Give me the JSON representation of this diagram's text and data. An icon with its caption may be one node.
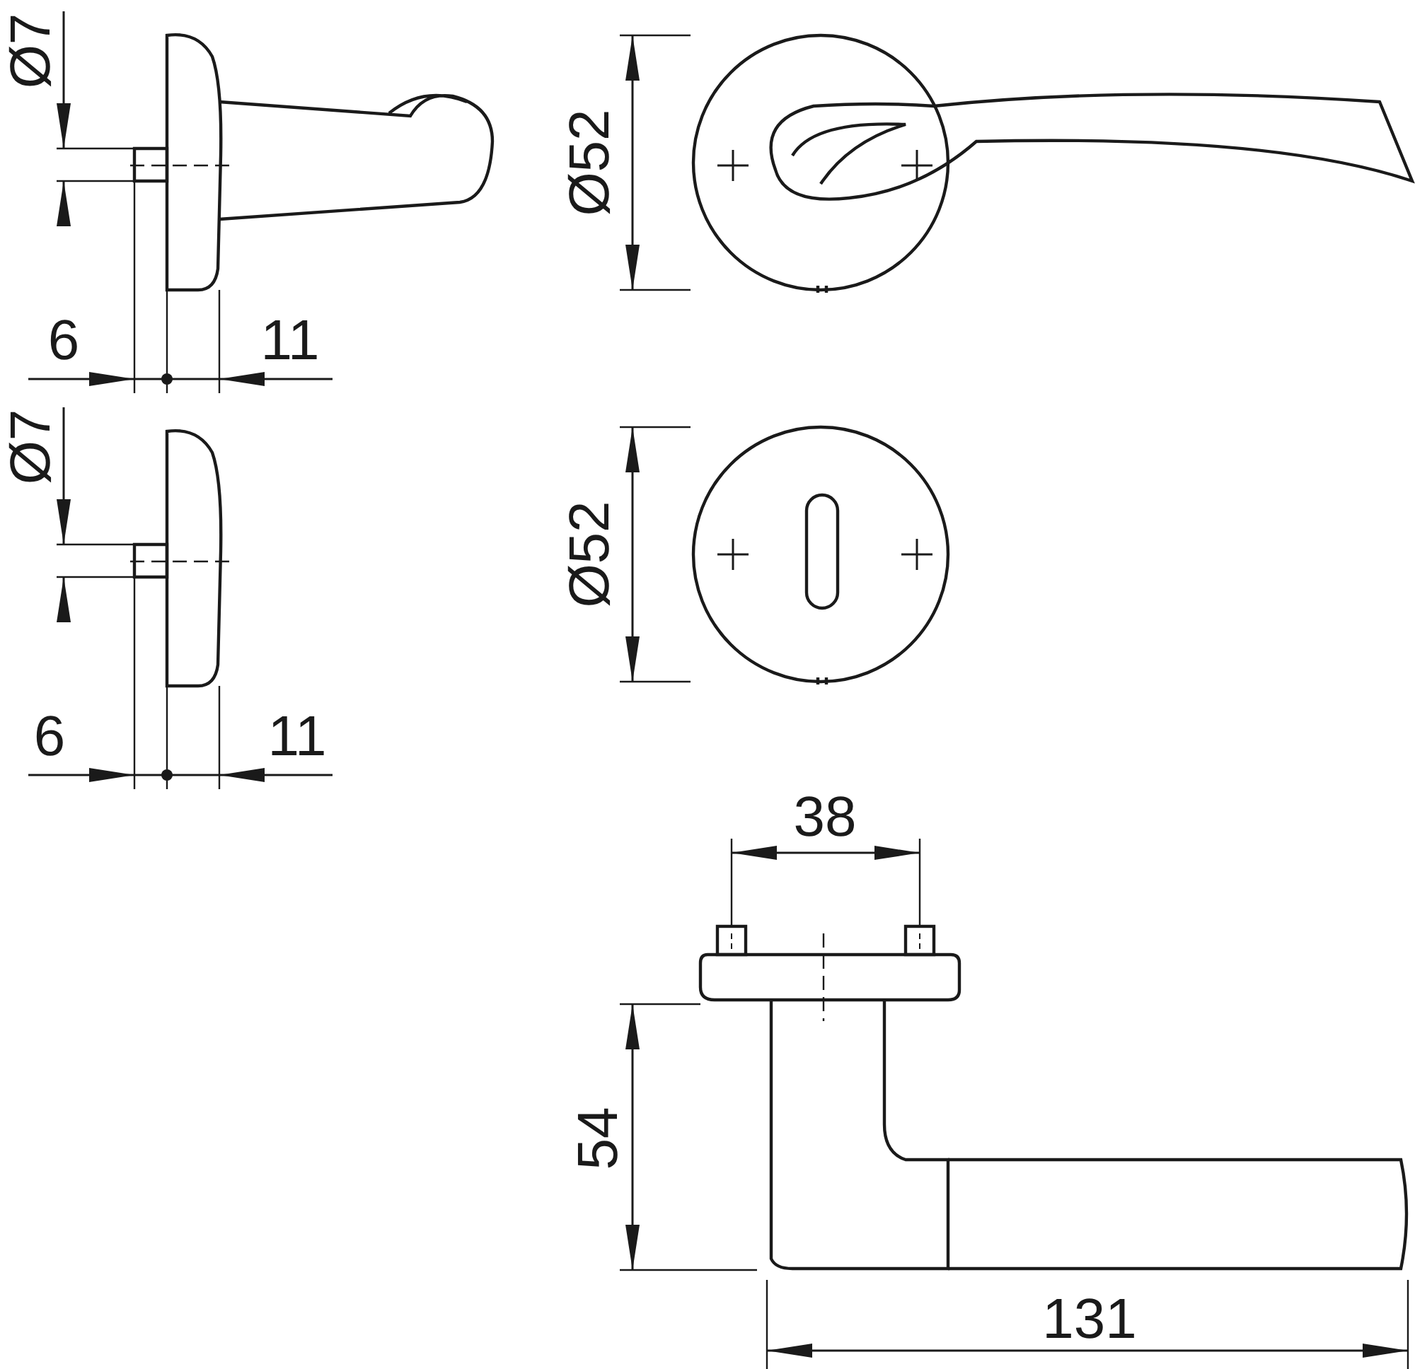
{
  "diagram": {
    "labels": [
      "Ø7",
      "Ø52",
      "6",
      "11",
      "Ø7",
      "Ø52",
      "6",
      "11",
      "38",
      "54",
      "131"
    ]
  }
}
